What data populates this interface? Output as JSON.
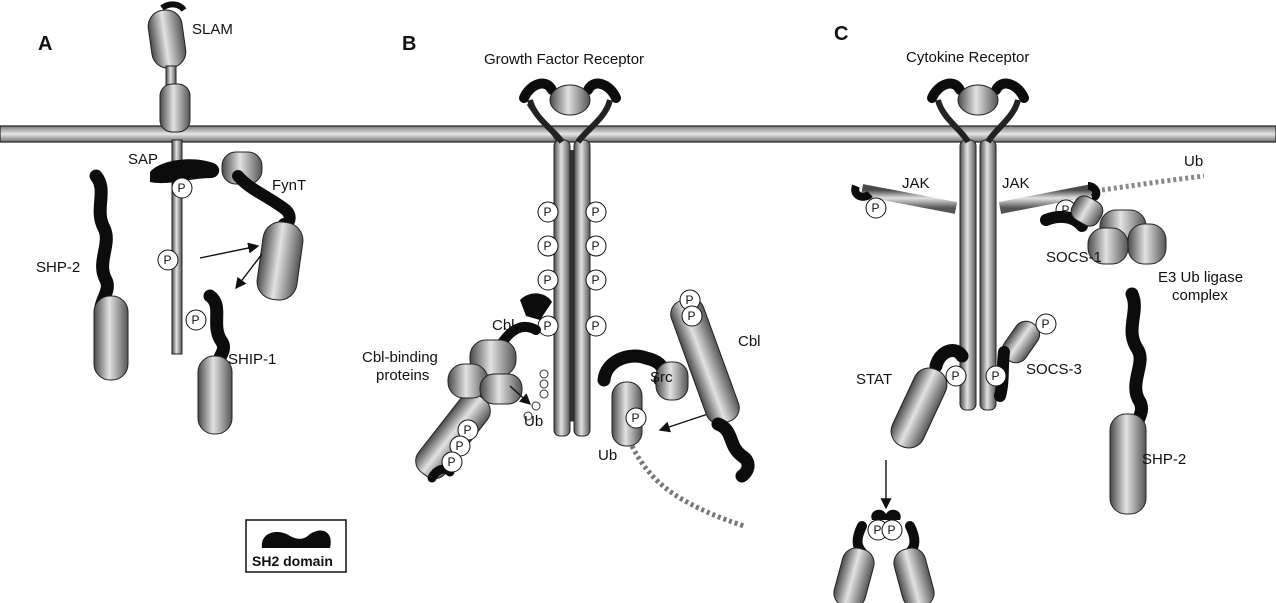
{
  "panels": {
    "a": {
      "letter": "A",
      "labels": {
        "slam": "SLAM",
        "sap": "SAP",
        "fynt": "FynT",
        "shp2": "SHP-2",
        "ship1": "SHIP-1"
      }
    },
    "b": {
      "letter": "B",
      "title": "Growth Factor  Receptor",
      "labels": {
        "cbl_left": "Cbl",
        "cbl_binding_1": "Cbl-binding",
        "cbl_binding_2": "proteins",
        "ub_left": "Ub",
        "src": "Src",
        "ub_right": "Ub",
        "cbl_right": "Cbl"
      }
    },
    "c": {
      "letter": "C",
      "title": "Cytokine Receptor",
      "labels": {
        "jak_left": "JAK",
        "jak_right": "JAK",
        "ub": "Ub",
        "socs1": "SOCS-1",
        "e3_1": "E3 Ub ligase",
        "e3_2": "complex",
        "stat": "STAT",
        "socs3": "SOCS-3",
        "shp2": "SHP-2"
      }
    }
  },
  "phospho_label": "P",
  "legend": {
    "label": "SH2 domain"
  },
  "colors": {
    "sh2": "#0c0c0c",
    "protein": "#a8a8a8",
    "membrane": "#b5b5b5",
    "ink": "#111111"
  }
}
